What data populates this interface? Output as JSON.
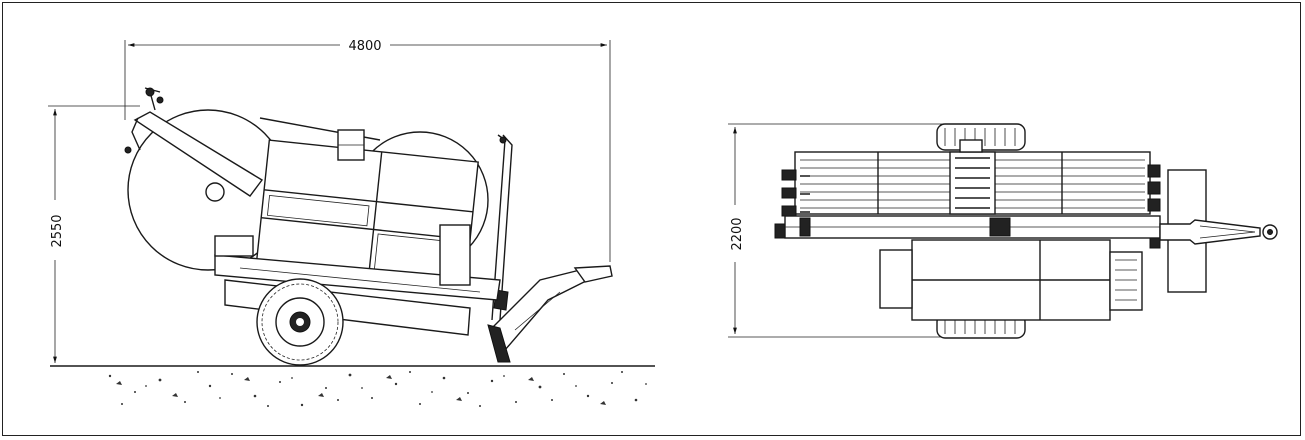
{
  "side_view": {
    "length_label": "4800",
    "height_label": "2550"
  },
  "top_view": {
    "width_label": "2200"
  },
  "colors": {
    "line": "#1a1a1a",
    "background": "#ffffff"
  }
}
